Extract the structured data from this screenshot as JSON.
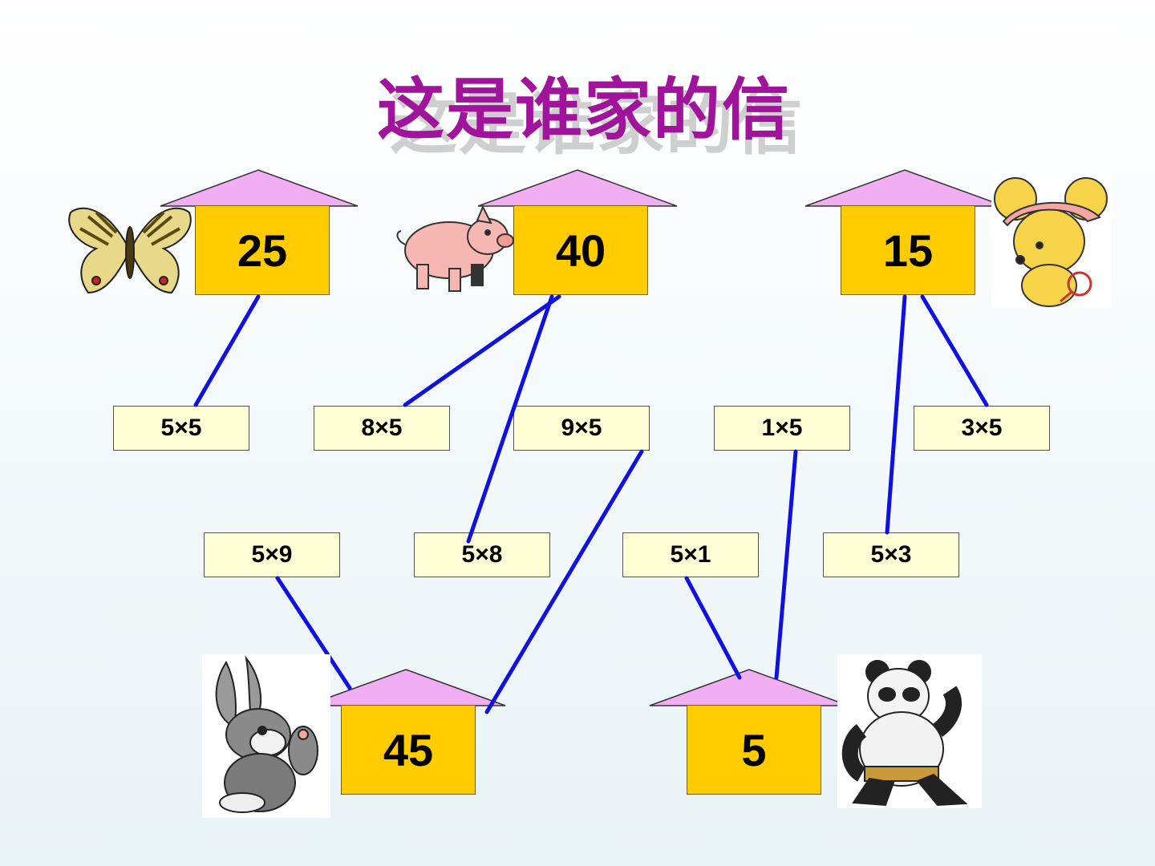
{
  "title": "这是谁家的信",
  "houses": [
    {
      "number": "25",
      "animal": "butterfly"
    },
    {
      "number": "40",
      "animal": "pig"
    },
    {
      "number": "15",
      "animal": "mouse"
    },
    {
      "number": "45",
      "animal": "rabbit"
    },
    {
      "number": "5",
      "animal": "panda"
    }
  ],
  "cards": {
    "row1": [
      "5×5",
      "8×5",
      "9×5",
      "1×5",
      "3×5"
    ],
    "row2": [
      "5×9",
      "5×8",
      "5×1",
      "5×3"
    ]
  },
  "colors": {
    "title": "#a0149b",
    "house": "#ffcc00",
    "roof": "#f2aef2",
    "card": "#ffffd6",
    "line": "#1010e0"
  }
}
